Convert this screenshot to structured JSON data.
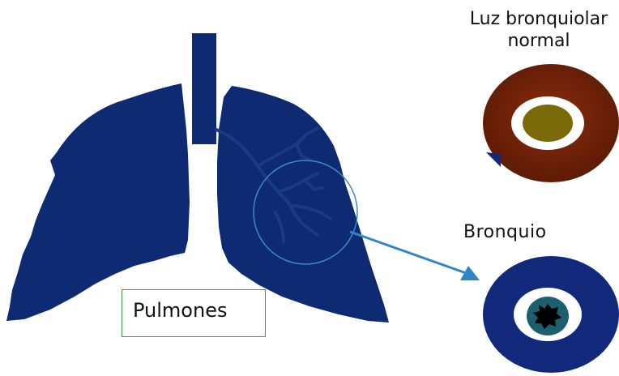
{
  "labels": {
    "normal_lumen_line1": "Luz bronquiolar",
    "normal_lumen_line2": "normal",
    "bronchus": "Bronquio",
    "lungs": "Pulmones"
  },
  "colors": {
    "lungs": "#0e2a72",
    "trachea": "#0e2a72",
    "normal_bronchiole_wall": "#6f2107",
    "normal_bronchiole_lumen_fill": "#7b6a08",
    "bronchus_wall": "#12287a",
    "bronchus_mucosa": "#1c5f6e",
    "bronchus_lumen": "#000000",
    "magnifier_circle": "#3b88c8",
    "arrow": "#2f86c6",
    "label_box_border": "#3f9a45"
  },
  "icons": {
    "lungs": "lungs-illustration",
    "trachea": "trachea-illustration",
    "magnifier": "magnifier-circle",
    "arrow": "arrow-right-down",
    "normal_bronchiole": "normal-bronchiole-cross-section",
    "bronchus": "constricted-bronchus-cross-section"
  }
}
